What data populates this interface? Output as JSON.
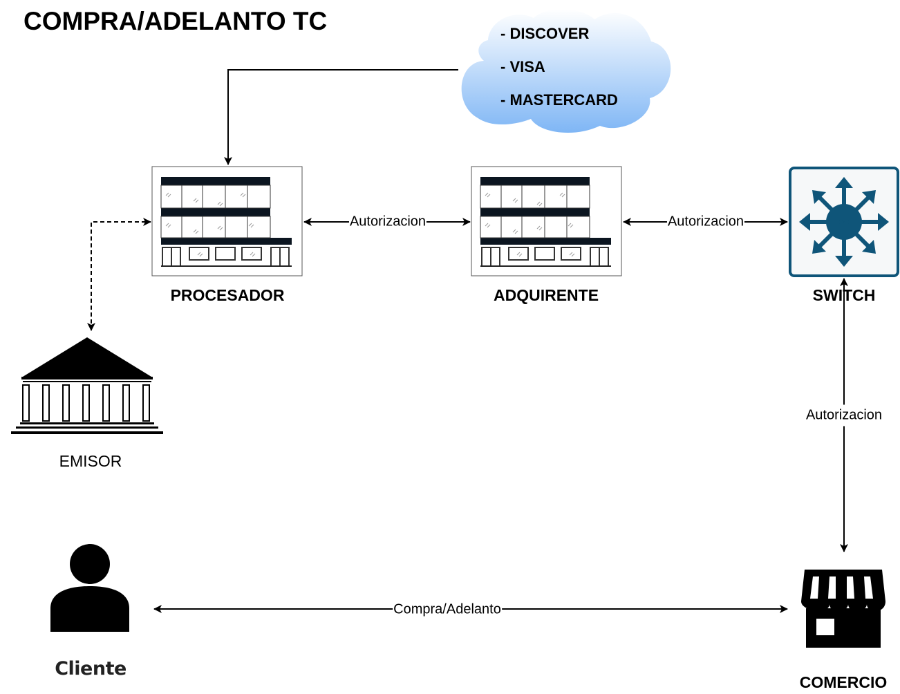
{
  "title": "COMPRA/ADELANTO TC",
  "networks": {
    "items": [
      "- DISCOVER",
      "- VISA",
      "- MASTERCARD"
    ]
  },
  "nodes": {
    "procesador": "PROCESADOR",
    "adquirente": "ADQUIRENTE",
    "switch": "SWITCH",
    "emisor": "EMISOR",
    "cliente": "Cliente",
    "comercio": "COMERCIO"
  },
  "edges": {
    "procesador_adquirente": "Autorizacion",
    "adquirente_switch": "Autorizacion",
    "switch_comercio": "Autorizacion",
    "cliente_comercio": "Compra/Adelanto"
  },
  "colors": {
    "cloud_top": "#ffffff",
    "cloud_bottom": "#7fb6f5",
    "switch_stroke": "#0f5579",
    "switch_fill": "#f6f8f9"
  }
}
